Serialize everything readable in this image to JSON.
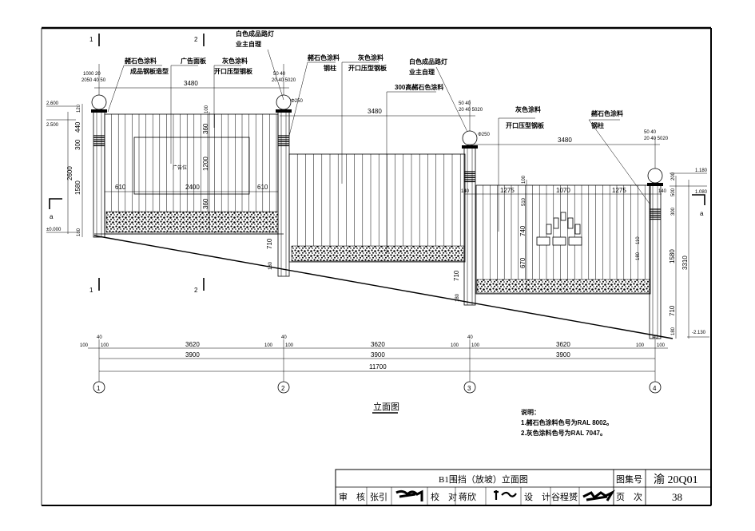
{
  "section_marks": {
    "s1": "1",
    "s2": "2",
    "sa": "a"
  },
  "labels": {
    "ochre_paint": "赭石色涂料",
    "steel_plate_shape": "成品钢板造型",
    "ad_panel": "广告面板",
    "grey_paint": "灰色涂料",
    "open_profiled_steel": "开口压型钢板",
    "white_street_lamp": "白色成品路灯",
    "owner_supplied": "业主自理",
    "steel_column": "钢柱",
    "ochre_300": "300高赭石色涂料",
    "ad_board_text": "广告位",
    "lamp_dia": "Φ250"
  },
  "elevations": {
    "e2600": "2.600",
    "e2500": "2.500",
    "e0": "±0.000",
    "e1180": "1.180",
    "e1080": "1.080",
    "em2130": "-2.130"
  },
  "dims": {
    "d3480": "3480",
    "d2600": "2600",
    "d1580": "1580",
    "d440": "440",
    "d300": "300",
    "d180": "180",
    "d120": "120",
    "d100": "100",
    "d610": "610",
    "d2400": "2400",
    "d1200": "1200",
    "d360": "360",
    "d710": "710",
    "d1275": "1275",
    "d1070": "1070",
    "d510": "510",
    "d740": "740",
    "d670": "670",
    "d140": "140",
    "d200": "200",
    "d500": "500",
    "d3310": "3310",
    "d110": "110",
    "d40": "40",
    "d3620": "3620",
    "d3900": "3900",
    "d11700": "11700",
    "lamp_a": "1000 20",
    "lamp_b": "2050 40 50",
    "lamp_c": "50 40",
    "lamp_d": "20 40 5020"
  },
  "axes": [
    "1",
    "2",
    "3",
    "4"
  ],
  "view_title": "立面图",
  "notes": {
    "heading": "说明：",
    "items": [
      "1.赭石色涂料色号为RAL 8002。",
      "2.灰色涂料色号为RAL 7047。"
    ]
  },
  "title_block": {
    "drawing_title": "B1围挡（放坡）立面图",
    "atlas_label": "图集号",
    "atlas_no": "渝 20Q01",
    "review_label": "审　核",
    "reviewer": "张引",
    "check_label": "校　对",
    "checker": "蒋欣",
    "design_label": "设　计",
    "designer": "谷程赟",
    "page_label": "页　次",
    "page_no": "38"
  }
}
